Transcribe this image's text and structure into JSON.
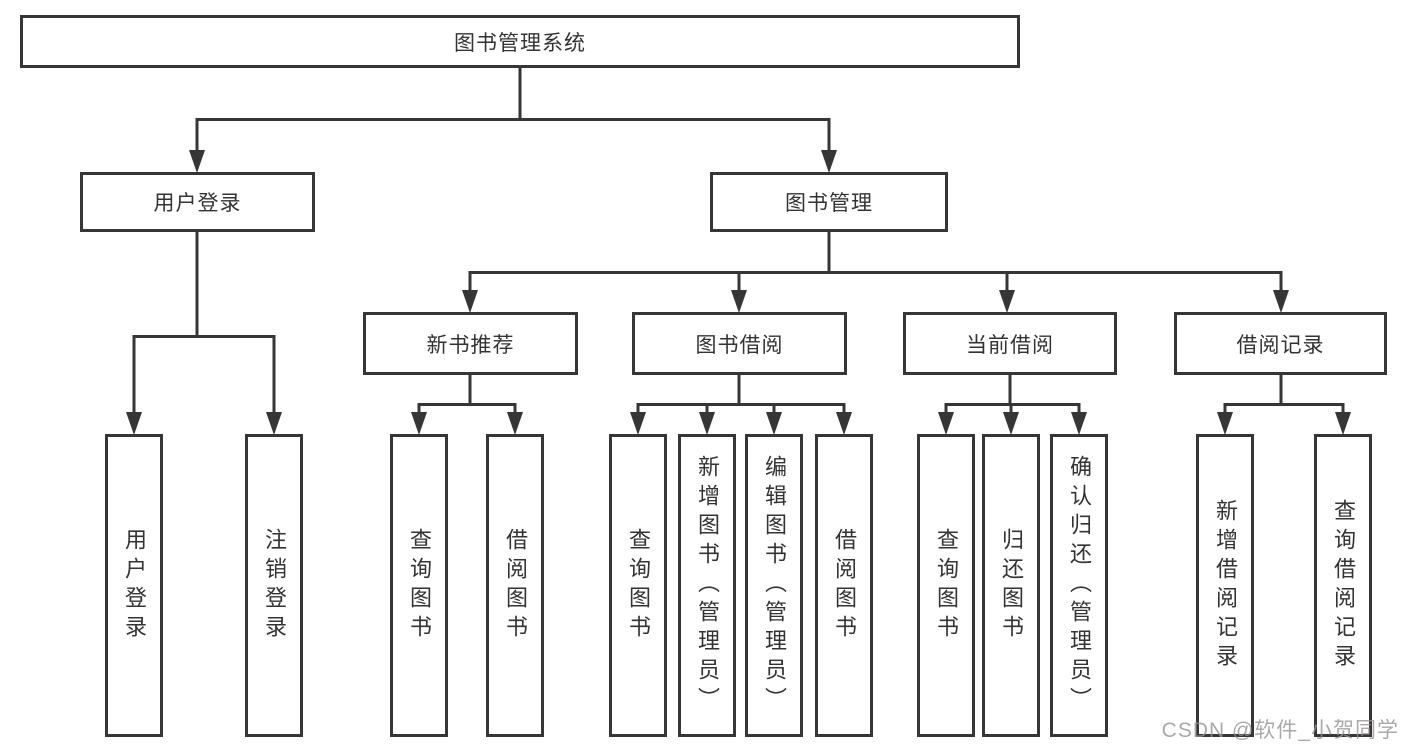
{
  "diagram": {
    "tree": {
      "label": "图书管理系统",
      "children": [
        {
          "label": "用户登录",
          "children": [
            {
              "label": "用户登录"
            },
            {
              "label": "注销登录"
            }
          ]
        },
        {
          "label": "图书管理",
          "children": [
            {
              "label": "新书推荐",
              "children": [
                {
                  "label": "查询图书"
                },
                {
                  "label": "借阅图书"
                }
              ]
            },
            {
              "label": "图书借阅",
              "children": [
                {
                  "label": "查询图书"
                },
                {
                  "label": "新增图书（管理员）"
                },
                {
                  "label": "编辑图书（管理员）"
                },
                {
                  "label": "借阅图书"
                }
              ]
            },
            {
              "label": "当前借阅",
              "children": [
                {
                  "label": "查询图书"
                },
                {
                  "label": "归还图书"
                },
                {
                  "label": "确认归还（管理员）"
                }
              ]
            },
            {
              "label": "借阅记录",
              "children": [
                {
                  "label": "新增借阅记录"
                },
                {
                  "label": "查询借阅记录"
                }
              ]
            }
          ]
        }
      ]
    },
    "watermark": "CSDN @软件_小贺同学",
    "colors": {
      "line": "#363636",
      "box_fill": "#ffffff",
      "text": "#333333",
      "watermark": "#969292"
    }
  }
}
